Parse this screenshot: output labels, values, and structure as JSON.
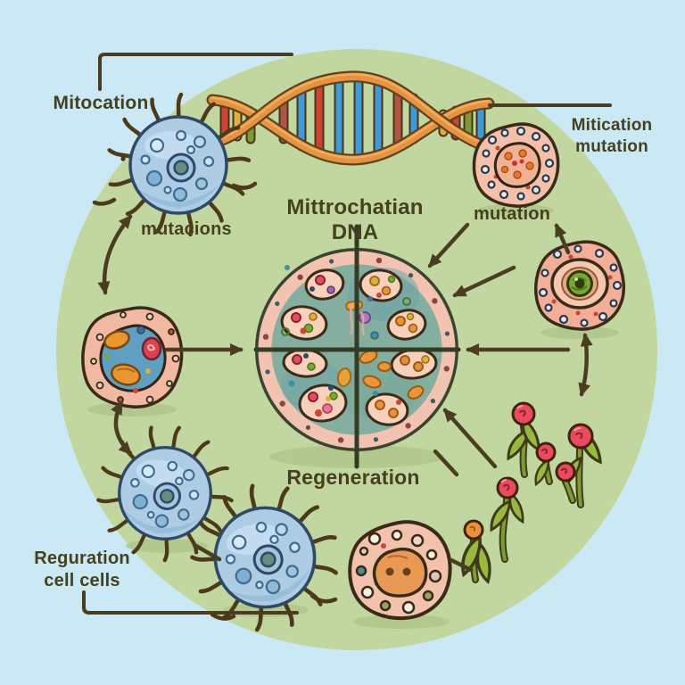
{
  "labels": {
    "top_left": "Mitocation",
    "blue_cell": "mutacions",
    "top_right_line1": "Mitication",
    "top_right_line2": "mutation",
    "title": "Mittrochatian DNA",
    "mutation": "mutation",
    "regeneration": "Regeneration",
    "bottom_left_line1": "Reguration",
    "bottom_left_line2": "cell cells"
  },
  "palette": {
    "background": "#cbe9f4",
    "green_circle": "#c2d7a0",
    "text": "#45401f",
    "arrow": "#4b3d22",
    "dna_strand": "#e6933f",
    "dna_rungs": [
      "#3f9bd8",
      "#cc4433",
      "#dfaf3f",
      "#7d9a33",
      "#b05544"
    ],
    "blue_cell": "#aecde5",
    "pink_cell": "#f2b9a2",
    "membrane_ring": "#f2c3b1",
    "cell_interior": "#84ae9f",
    "berry_red": "#e84a5e",
    "sprout_green": "#9ab83e"
  },
  "illustration": {
    "icons": [
      "dna-helix-icon",
      "ciliated-blue-cell-icon",
      "pink-blue-cytoplasm-cell-icon",
      "pink-spotted-cell-icon",
      "green-eye-cell-icon",
      "central-quadrant-cell-icon",
      "pink-nucleus-cell-icon",
      "berry-sprout-icon"
    ]
  }
}
